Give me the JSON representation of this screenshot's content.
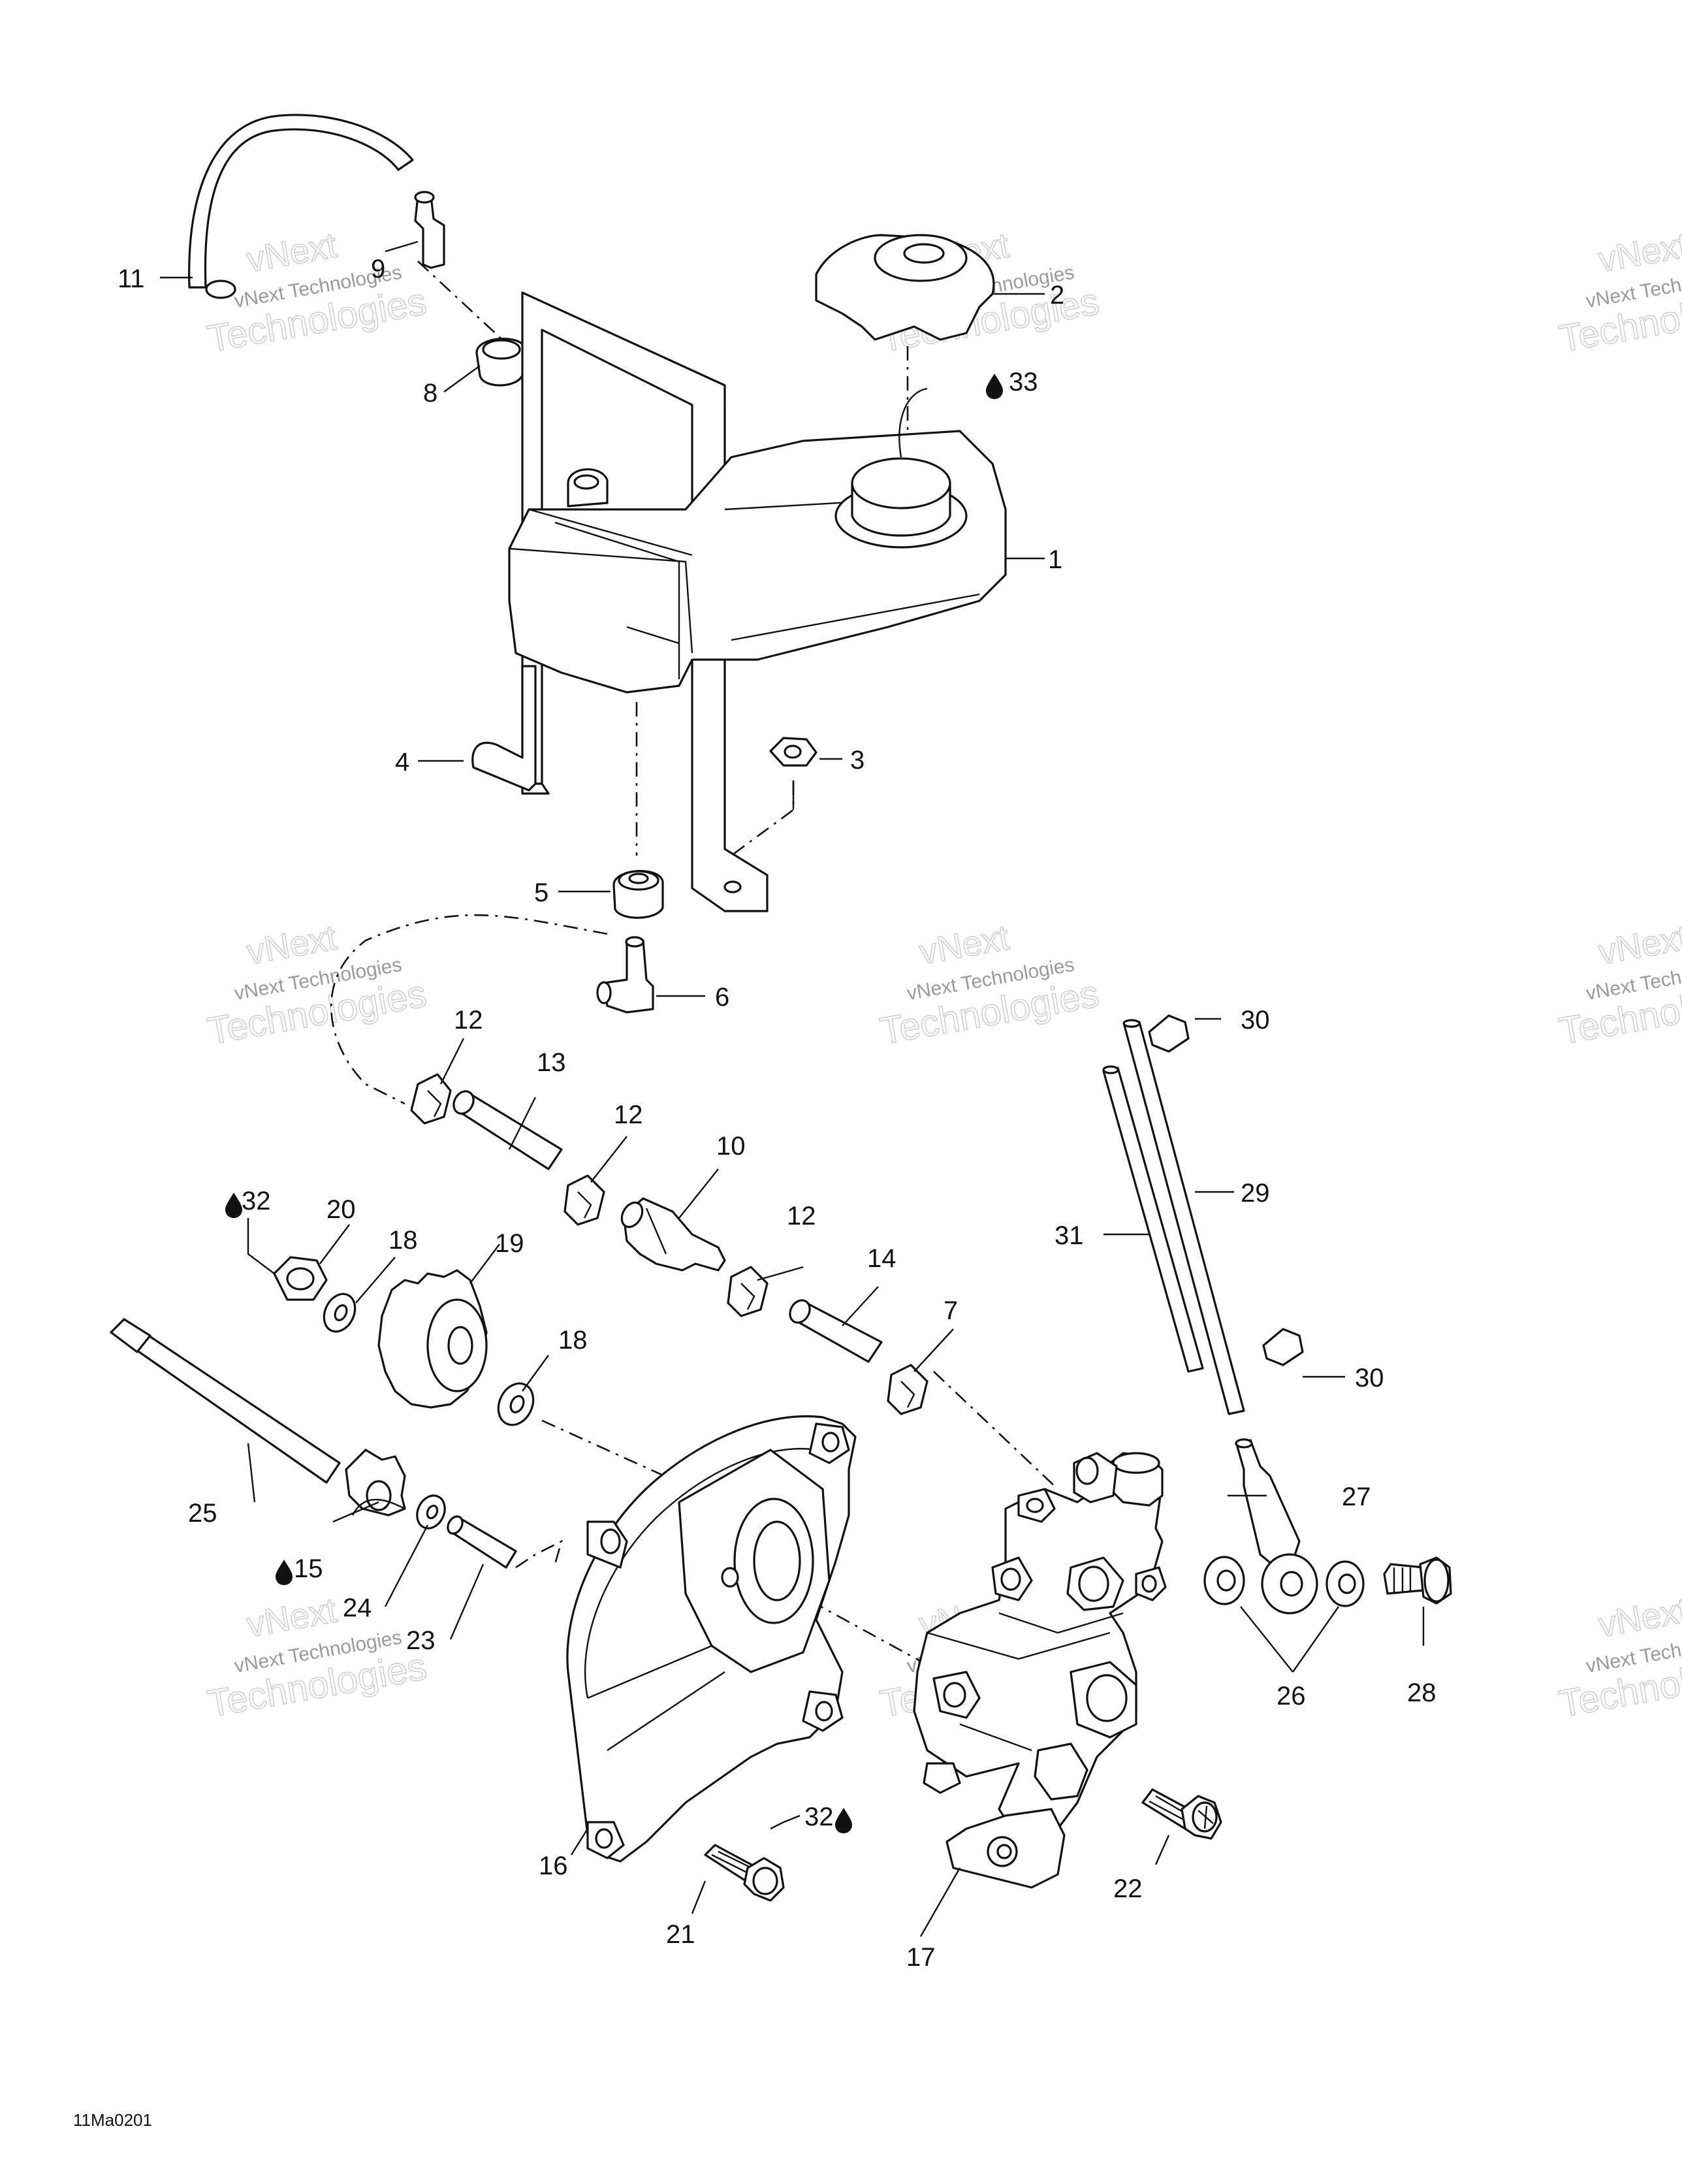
{
  "figure_code": "11Ma0201",
  "watermark": {
    "line1": "vNext",
    "line2": "vNext Technologies",
    "line3": "Technologies"
  },
  "labels": {
    "p1": "1",
    "p2": "2",
    "p3": "3",
    "p4": "4",
    "p5": "5",
    "p6": "6",
    "p7": "7",
    "p8": "8",
    "p9": "9",
    "p10": "10",
    "p11": "11",
    "p12a": "12",
    "p12b": "12",
    "p12c": "12",
    "p13": "13",
    "p14": "14",
    "p15": "15",
    "p16": "16",
    "p17": "17",
    "p18a": "18",
    "p18b": "18",
    "p19": "19",
    "p20": "20",
    "p21": "21",
    "p22": "22",
    "p23": "23",
    "p24": "24",
    "p25": "25",
    "p26": "26",
    "p27": "27",
    "p28": "28",
    "p29": "29",
    "p30a": "30",
    "p30b": "30",
    "p31": "31",
    "p32a": "32",
    "p32b": "32",
    "p33": "33"
  },
  "icons": {
    "lubricant": "oil-drop-icon"
  },
  "colors": {
    "line": "#111111",
    "background": "#ffffff",
    "watermark": "#cfcfcf"
  }
}
